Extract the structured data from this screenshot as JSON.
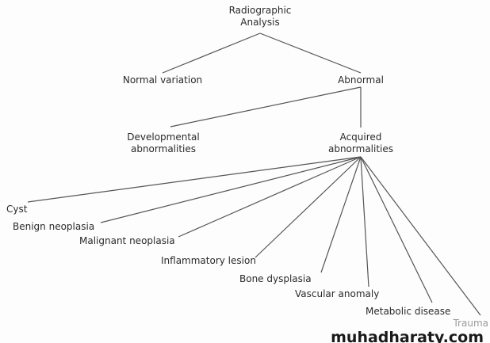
{
  "root": {
    "line1": "Radiographic",
    "line2": "Analysis"
  },
  "level1": {
    "normal": "Normal variation",
    "abnormal": "Abnormal"
  },
  "level2": {
    "developmental": {
      "line1": "Developmental",
      "line2": "abnormalities"
    },
    "acquired": {
      "line1": "Acquired",
      "line2": "abnormalities"
    }
  },
  "acquired_children": [
    "Cyst",
    "Benign neoplasia",
    "Malignant neoplasia",
    "Inflammatory lesion",
    "Bone dysplasia",
    "Vascular anomaly",
    "Metabolic disease",
    "Trauma"
  ],
  "watermark": "muhadharaty.com"
}
